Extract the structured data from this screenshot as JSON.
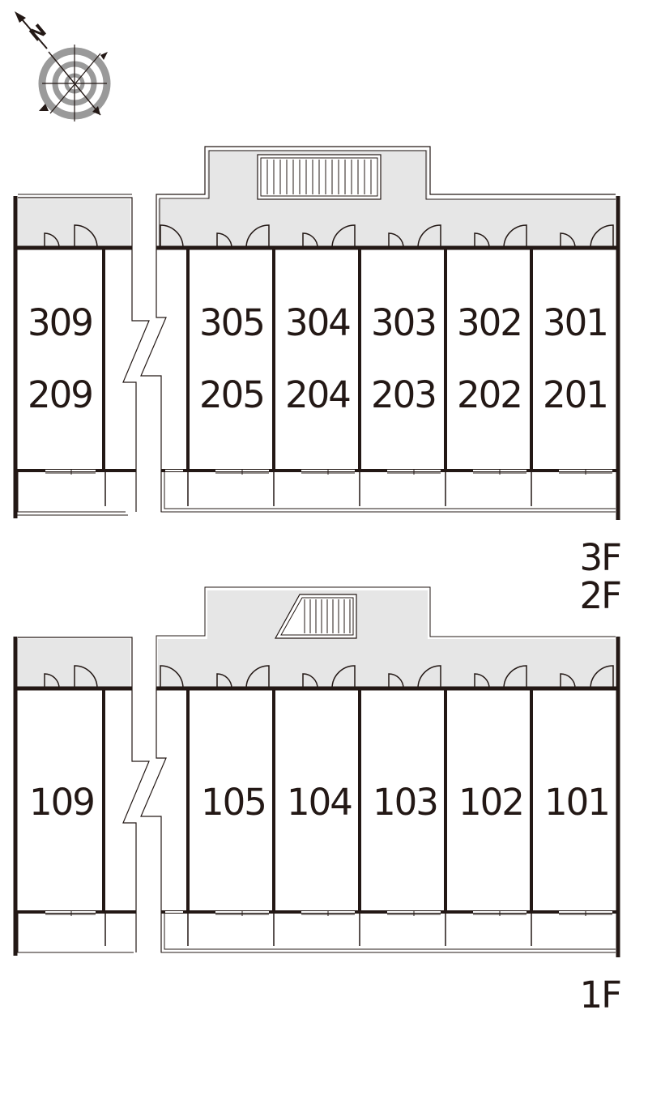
{
  "compass": {
    "north_label": "N",
    "icon": "compass-rose-icon"
  },
  "upper_plan": {
    "floor_labels": [
      "3F",
      "2F"
    ],
    "units_row1": [
      "309",
      "305",
      "304",
      "303",
      "302",
      "301"
    ],
    "units_row2": [
      "209",
      "205",
      "204",
      "203",
      "202",
      "201"
    ]
  },
  "lower_plan": {
    "floor_labels": [
      "1F"
    ],
    "units": [
      "109",
      "105",
      "104",
      "103",
      "102",
      "101"
    ]
  },
  "colors": {
    "wall": "#231815",
    "corridor": "#e6e6e6",
    "compass_gray": "#9a9a9a"
  }
}
